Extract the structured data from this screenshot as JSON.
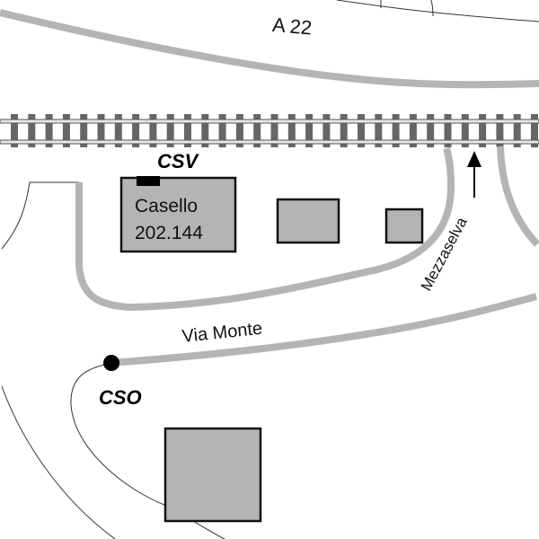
{
  "map": {
    "labels": {
      "highway": "A 22",
      "station_code_north": "CSV",
      "station_code_south": "CSO",
      "building_name": "Casello",
      "building_km": "202.144",
      "street_main": "Via Monte",
      "direction_label": "Mezzaselva"
    },
    "colors": {
      "road": "#b4b4b4",
      "building_fill": "#b4b4b4",
      "building_stroke": "#111111",
      "rail_tie": "#666666",
      "rail": "#555555",
      "text": "#111111",
      "marker": "#000000"
    },
    "features": {
      "railway": "railway-track",
      "marker": "station-point",
      "arrow": "direction-arrow-north"
    }
  }
}
